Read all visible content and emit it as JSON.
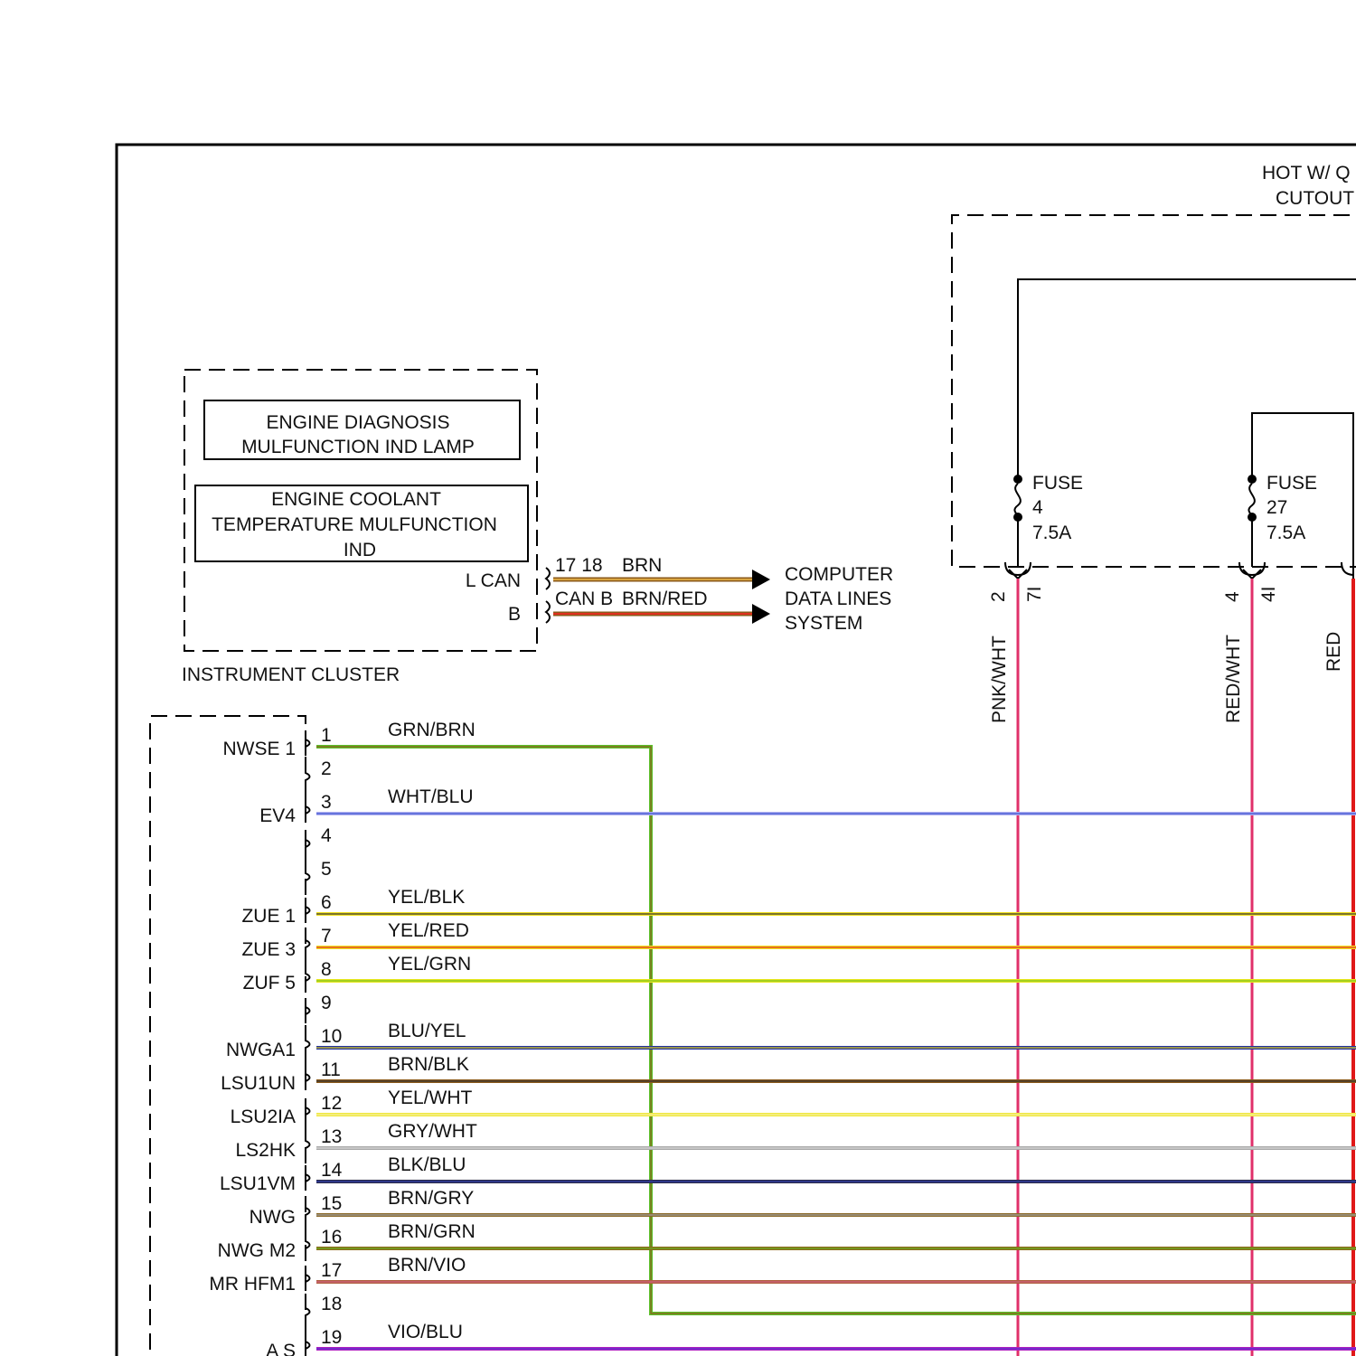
{
  "hot_label": [
    "HOT W/ Q",
    "CUTOUT"
  ],
  "instrument_cluster": {
    "label": "INSTRUMENT CLUSTER",
    "lamp1": [
      "ENGINE DIAGNOSIS",
      "MULFUNCTION IND LAMP"
    ],
    "lamp2": [
      "ENGINE COOLANT",
      "TEMPERATURE MULFUNCTION",
      "IND"
    ],
    "pin_l_can": "L CAN",
    "pin_b": "B"
  },
  "can_wires": [
    {
      "pins": "17 18",
      "color_label": "BRN",
      "colors": [
        "#8B5A1A",
        "#D9A441"
      ]
    },
    {
      "pins": "CAN B",
      "color_label": "BRN/RED",
      "colors": [
        "#8B5A1A",
        "#E03020"
      ]
    }
  ],
  "computer_data_lines": [
    "COMPUTER",
    "DATA LINES",
    "SYSTEM"
  ],
  "fuses": [
    {
      "name": "FUSE",
      "number": "4",
      "rating": "7.5A",
      "pin_a": "2",
      "pin_b": "7I",
      "wire": "PNK/WHT",
      "color": "#E0306A"
    },
    {
      "name": "FUSE",
      "number": "27",
      "rating": "7.5A",
      "pin_a": "4",
      "pin_b": "4I",
      "wire": "RED/WHT",
      "color": "#E0306A"
    }
  ],
  "red_wire": {
    "label": "RED",
    "color": "#E01818"
  },
  "connector_pins": [
    {
      "pin": "1",
      "name": "NWSE 1",
      "wire": "GRN/BRN",
      "colors": [
        "#5CC02A",
        "#8B5A1A"
      ]
    },
    {
      "pin": "2",
      "name": "",
      "wire": "",
      "colors": []
    },
    {
      "pin": "3",
      "name": "EV4",
      "wire": "WHT/BLU",
      "colors": [
        "#B0B0F0",
        "#3A50D0"
      ]
    },
    {
      "pin": "4",
      "name": "",
      "wire": "",
      "colors": []
    },
    {
      "pin": "5",
      "name": "",
      "wire": "",
      "colors": []
    },
    {
      "pin": "6",
      "name": "ZUE 1",
      "wire": "YEL/BLK",
      "colors": [
        "#F0E020",
        "#333333"
      ]
    },
    {
      "pin": "7",
      "name": "ZUE 3",
      "wire": "YEL/RED",
      "colors": [
        "#F0E020",
        "#E03020"
      ]
    },
    {
      "pin": "8",
      "name": "ZUF 5",
      "wire": "YEL/GRN",
      "colors": [
        "#E8E820",
        "#7CC020"
      ]
    },
    {
      "pin": "9",
      "name": "",
      "wire": "",
      "colors": []
    },
    {
      "pin": "10",
      "name": "NWGA1",
      "wire": "BLU/YEL",
      "colors": [
        "#2030A0",
        "#E0D020"
      ]
    },
    {
      "pin": "11",
      "name": "LSU1UN",
      "wire": "BRN/BLK",
      "colors": [
        "#8B5A1A",
        "#333333"
      ]
    },
    {
      "pin": "12",
      "name": "LSU2IA",
      "wire": "YEL/WHT",
      "colors": [
        "#F0E840",
        "#F6F0A0"
      ]
    },
    {
      "pin": "13",
      "name": "LS2HK",
      "wire": "GRY/WHT",
      "colors": [
        "#A8A8A8",
        "#D8D8D8"
      ]
    },
    {
      "pin": "14",
      "name": "LSU1VM",
      "wire": "BLK/BLU",
      "colors": [
        "#2A2A4A",
        "#3040B0"
      ]
    },
    {
      "pin": "15",
      "name": "NWG",
      "wire": "BRN/GRY",
      "colors": [
        "#8B6A2A",
        "#A0A0A0"
      ]
    },
    {
      "pin": "16",
      "name": "NWG M2",
      "wire": "BRN/GRN",
      "colors": [
        "#8B6A1A",
        "#6AB020"
      ]
    },
    {
      "pin": "17",
      "name": "MR HFM1",
      "wire": "BRN/VIO",
      "colors": [
        "#B06040",
        "#D06080"
      ]
    },
    {
      "pin": "18",
      "name": "",
      "wire": "",
      "colors": []
    },
    {
      "pin": "19",
      "name": "A S",
      "wire": "VIO/BLU",
      "colors": [
        "#B020C0",
        "#5030D0"
      ]
    }
  ]
}
